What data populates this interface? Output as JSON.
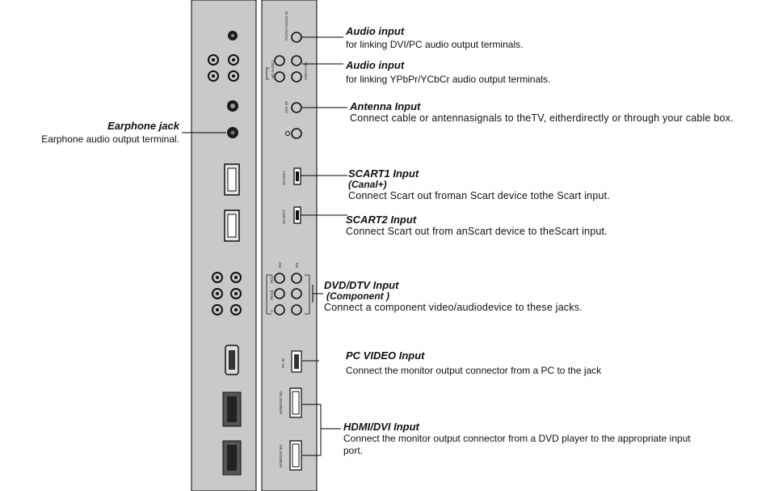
{
  "annotations": {
    "audio_input_1": {
      "title": "Audio input",
      "desc": "for linking DVI/PC audio output terminals."
    },
    "audio_input_2": {
      "title": "Audio input",
      "desc": "for linking YPbPr/YCbCr audio output terminals."
    },
    "antenna_input": {
      "title": "Antenna Input",
      "desc": "Connect cable or antennasignals to theTV, eitherdirectly or through your cable box."
    },
    "earphone_jack": {
      "title": "Earphone jack",
      "desc": "Earphone audio output terminal."
    },
    "scart1_input": {
      "title": "SCART1 Input",
      "subtitle": "(Canal+)",
      "desc": "Connect Scart out froman Scart device tothe Scart input."
    },
    "scart2_input": {
      "title": "SCART2 Input",
      "desc": "Connect Scart out from anScart device to theScart input."
    },
    "dvd_dtv_input": {
      "title": "DVD/DTV Input",
      "subtitle": "(Component )",
      "desc": "Connect a component video/audiodevice to these jacks."
    },
    "pc_video_input": {
      "title": "PC VIDEO Input",
      "desc": "Connect the monitor output connector from a PC to the jack"
    },
    "hdmi_dvi_input": {
      "title": "HDMI/DVI Input",
      "desc": "Connect the monitor output connector from a DVD player to the appropriate input port."
    }
  },
  "panel_labels": {
    "pc_audio": "PC/DVI AUDIO IN",
    "hd_audio_l": "HD AUDIO",
    "hd_audio_r": "HD AUDIO",
    "ant_in": "ANT IN",
    "scart1": "SCART1",
    "scart2": "SCART2",
    "in2": "IN2",
    "in1": "IN1",
    "pr_cr": "Pr/Cr",
    "pb_cb": "Pb/Cb",
    "y": "Y",
    "pc_in": "PC IN",
    "hdmi2": "HDMI/DVI IN2",
    "hdmi1": "HDMI/DVI IN1"
  },
  "colors": {
    "panel": "#c9c9c9",
    "line": "#000000",
    "jack": "#1a1a1a"
  }
}
